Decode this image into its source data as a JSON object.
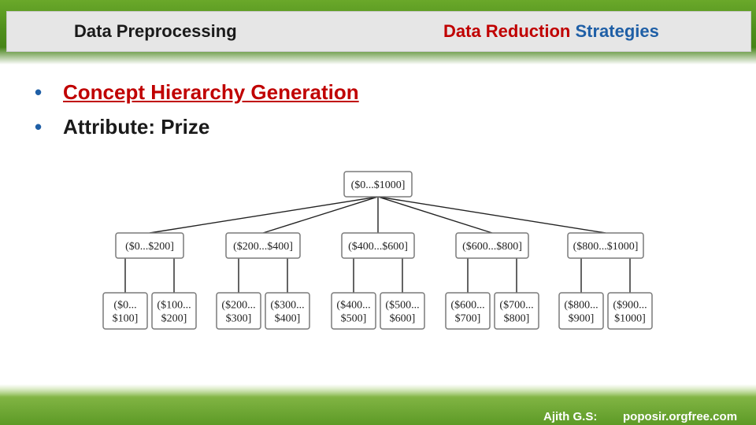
{
  "header": {
    "title_left": "Data Preprocessing",
    "title_right_part1": "Data Reduction",
    "title_right_part2": "Strategies"
  },
  "bullets": [
    {
      "text": "Concept Hierarchy Generation"
    },
    {
      "text": "Attribute: Prize"
    }
  ],
  "bullet_symbol": "•",
  "hierarchy": {
    "root": "($0...$1000]",
    "level1": [
      "($0...$200]",
      "($200...$400]",
      "($400...$600]",
      "($600...$800]",
      "($800...$1000]"
    ],
    "level2": [
      [
        "($0...",
        "$100]"
      ],
      [
        "($100...",
        "$200]"
      ],
      [
        "($200...",
        "$300]"
      ],
      [
        "($300...",
        "$400]"
      ],
      [
        "($400...",
        "$500]"
      ],
      [
        "($500...",
        "$600]"
      ],
      [
        "($600...",
        "$700]"
      ],
      [
        "($700...",
        "$800]"
      ],
      [
        "($800...",
        "$900]"
      ],
      [
        "($900...",
        "$1000]"
      ]
    ]
  },
  "footer": {
    "author": "Ajith G.S:",
    "site": "poposir.orgfree.com"
  },
  "colors": {
    "accent_red": "#c00000",
    "accent_blue": "#1f5fa6",
    "banner_green": "#4f8f1c"
  }
}
